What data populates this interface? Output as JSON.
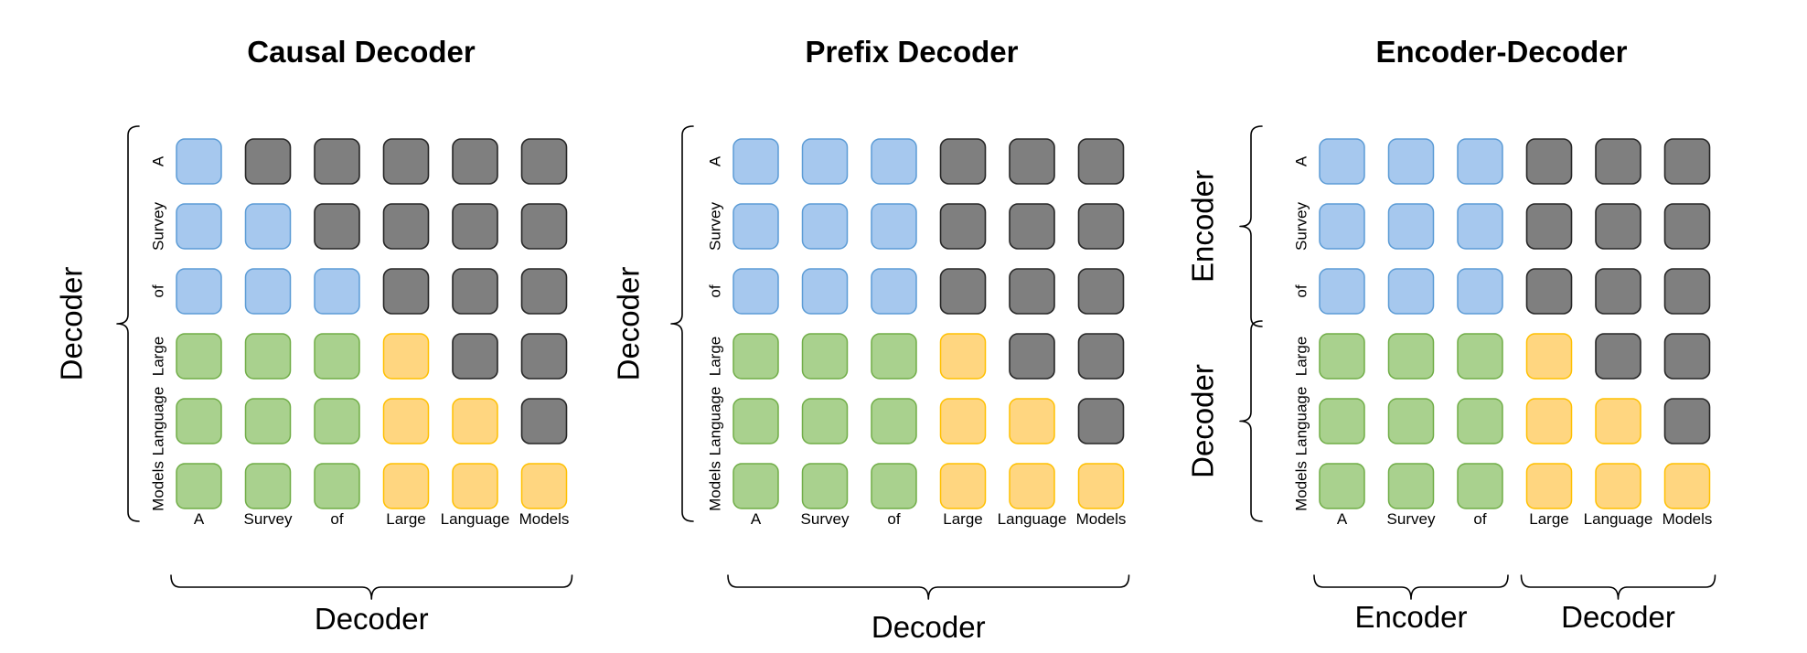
{
  "tokens": [
    "A",
    "Survey",
    "of",
    "Large",
    "Language",
    "Models"
  ],
  "colors": {
    "blue": "#a6c8ee",
    "gray": "#7f7f7f",
    "green": "#a9d18e",
    "yellow": "#ffd680"
  },
  "panels": [
    {
      "title": "Causal Decoder",
      "left_groups": [
        {
          "label": "Decoder",
          "rows": [
            0,
            5
          ]
        }
      ],
      "bottom_groups": [
        {
          "label": "Decoder",
          "cols": [
            0,
            5
          ]
        }
      ],
      "matrix": [
        [
          "blue",
          "gray",
          "gray",
          "gray",
          "gray",
          "gray"
        ],
        [
          "blue",
          "blue",
          "gray",
          "gray",
          "gray",
          "gray"
        ],
        [
          "blue",
          "blue",
          "blue",
          "gray",
          "gray",
          "gray"
        ],
        [
          "green",
          "green",
          "green",
          "yellow",
          "gray",
          "gray"
        ],
        [
          "green",
          "green",
          "green",
          "yellow",
          "yellow",
          "gray"
        ],
        [
          "green",
          "green",
          "green",
          "yellow",
          "yellow",
          "yellow"
        ]
      ]
    },
    {
      "title": "Prefix Decoder",
      "left_groups": [
        {
          "label": "Decoder",
          "rows": [
            0,
            5
          ]
        }
      ],
      "bottom_groups": [
        {
          "label": "Decoder",
          "cols": [
            0,
            5
          ]
        }
      ],
      "matrix": [
        [
          "blue",
          "blue",
          "blue",
          "gray",
          "gray",
          "gray"
        ],
        [
          "blue",
          "blue",
          "blue",
          "gray",
          "gray",
          "gray"
        ],
        [
          "blue",
          "blue",
          "blue",
          "gray",
          "gray",
          "gray"
        ],
        [
          "green",
          "green",
          "green",
          "yellow",
          "gray",
          "gray"
        ],
        [
          "green",
          "green",
          "green",
          "yellow",
          "yellow",
          "gray"
        ],
        [
          "green",
          "green",
          "green",
          "yellow",
          "yellow",
          "yellow"
        ]
      ]
    },
    {
      "title": "Encoder-Decoder",
      "left_groups": [
        {
          "label": "Encoder",
          "rows": [
            0,
            2
          ]
        },
        {
          "label": "Decoder",
          "rows": [
            3,
            5
          ]
        }
      ],
      "bottom_groups": [
        {
          "label": "Encoder",
          "cols": [
            0,
            2
          ]
        },
        {
          "label": "Decoder",
          "cols": [
            3,
            5
          ]
        }
      ],
      "matrix": [
        [
          "blue",
          "blue",
          "blue",
          "gray",
          "gray",
          "gray"
        ],
        [
          "blue",
          "blue",
          "blue",
          "gray",
          "gray",
          "gray"
        ],
        [
          "blue",
          "blue",
          "blue",
          "gray",
          "gray",
          "gray"
        ],
        [
          "green",
          "green",
          "green",
          "yellow",
          "gray",
          "gray"
        ],
        [
          "green",
          "green",
          "green",
          "yellow",
          "yellow",
          "gray"
        ],
        [
          "green",
          "green",
          "green",
          "yellow",
          "yellow",
          "yellow"
        ]
      ]
    }
  ]
}
